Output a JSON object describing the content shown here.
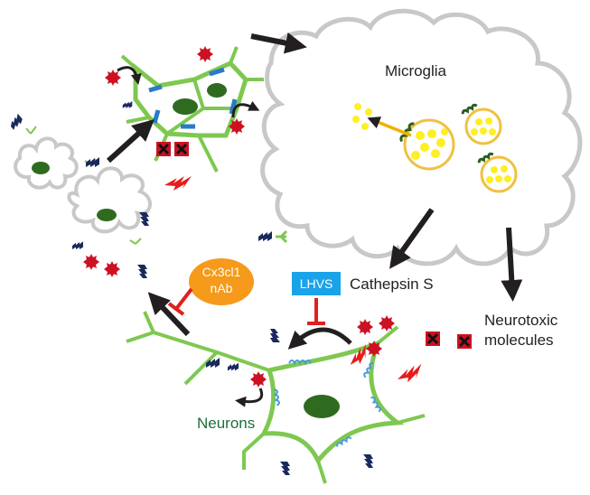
{
  "labels": {
    "microglia": "Microglia",
    "cathepsin_s": "Cathepsin S",
    "neurotoxic_line1": "Neurotoxic",
    "neurotoxic_line2": "molecules",
    "neurons": "Neurons",
    "lhvs": "LHVS",
    "cx3cl1_line1": "Cx3cl1",
    "cx3cl1_line2": "nAb"
  },
  "colors": {
    "neuron": "#7ec850",
    "nucleus": "#2e6b1f",
    "microglia_outline": "#c8c8c8",
    "vesicle_fill": "#ffee22",
    "vesicle_ring": "#f0c040",
    "arrow": "#231f20",
    "inhibit": "#e02020",
    "lhvs_box": "#1aa3e8",
    "cx3cl1_oval": "#f59a1a",
    "chemokine": "#1a2a5e",
    "cathepsin_particle": "#cc1122",
    "receptor": "#4a9ad8",
    "neurons_text": "#1e6e3a"
  }
}
